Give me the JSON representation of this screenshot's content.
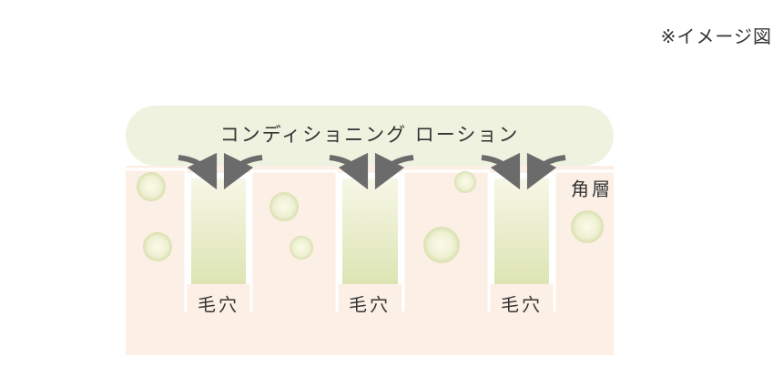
{
  "note": "※イメージ図",
  "lotion_label": "コンディショニング ローション",
  "layer_label": "角層",
  "pore_labels": [
    "毛穴",
    "毛穴",
    "毛穴"
  ],
  "colors": {
    "skin": "#fcefe6",
    "pore_line": "#ffffff",
    "lotion_band": "#eff2df",
    "lotion_fill_top": "#f6f7e6",
    "lotion_fill_bottom": "#dde4b3",
    "droplet": "#e5eac4",
    "arrow": "#6b6b6b",
    "text": "#333333"
  }
}
